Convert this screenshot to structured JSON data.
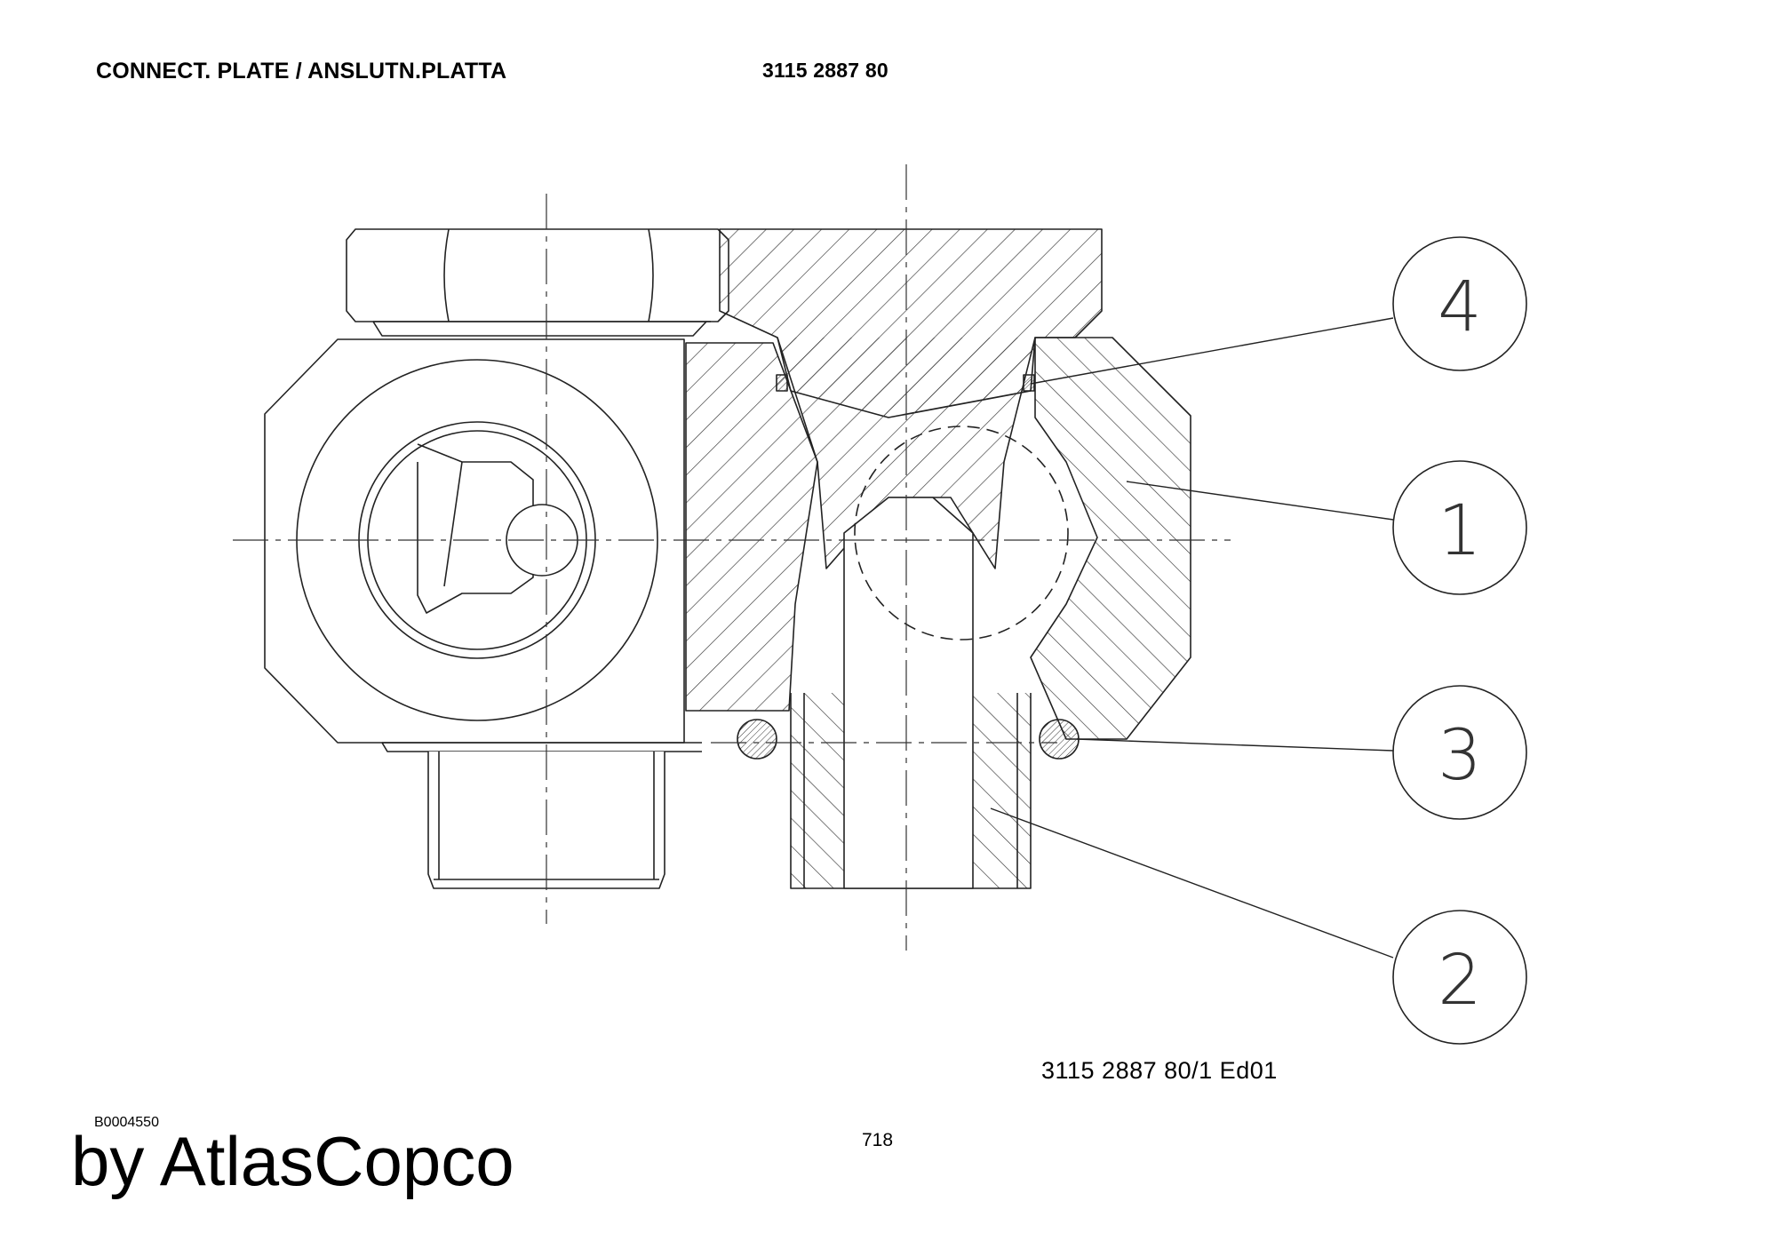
{
  "header": {
    "title": "CONNECT. PLATE / ANSLUTN.PLATTA",
    "part_number": "3115 2887 80"
  },
  "callouts": [
    "4",
    "1",
    "3",
    "2"
  ],
  "drawing_reference": "3115 2887 80/1 Ed01",
  "image_code": "B0004550",
  "page_number": "718",
  "brand": "by AtlasCopco"
}
